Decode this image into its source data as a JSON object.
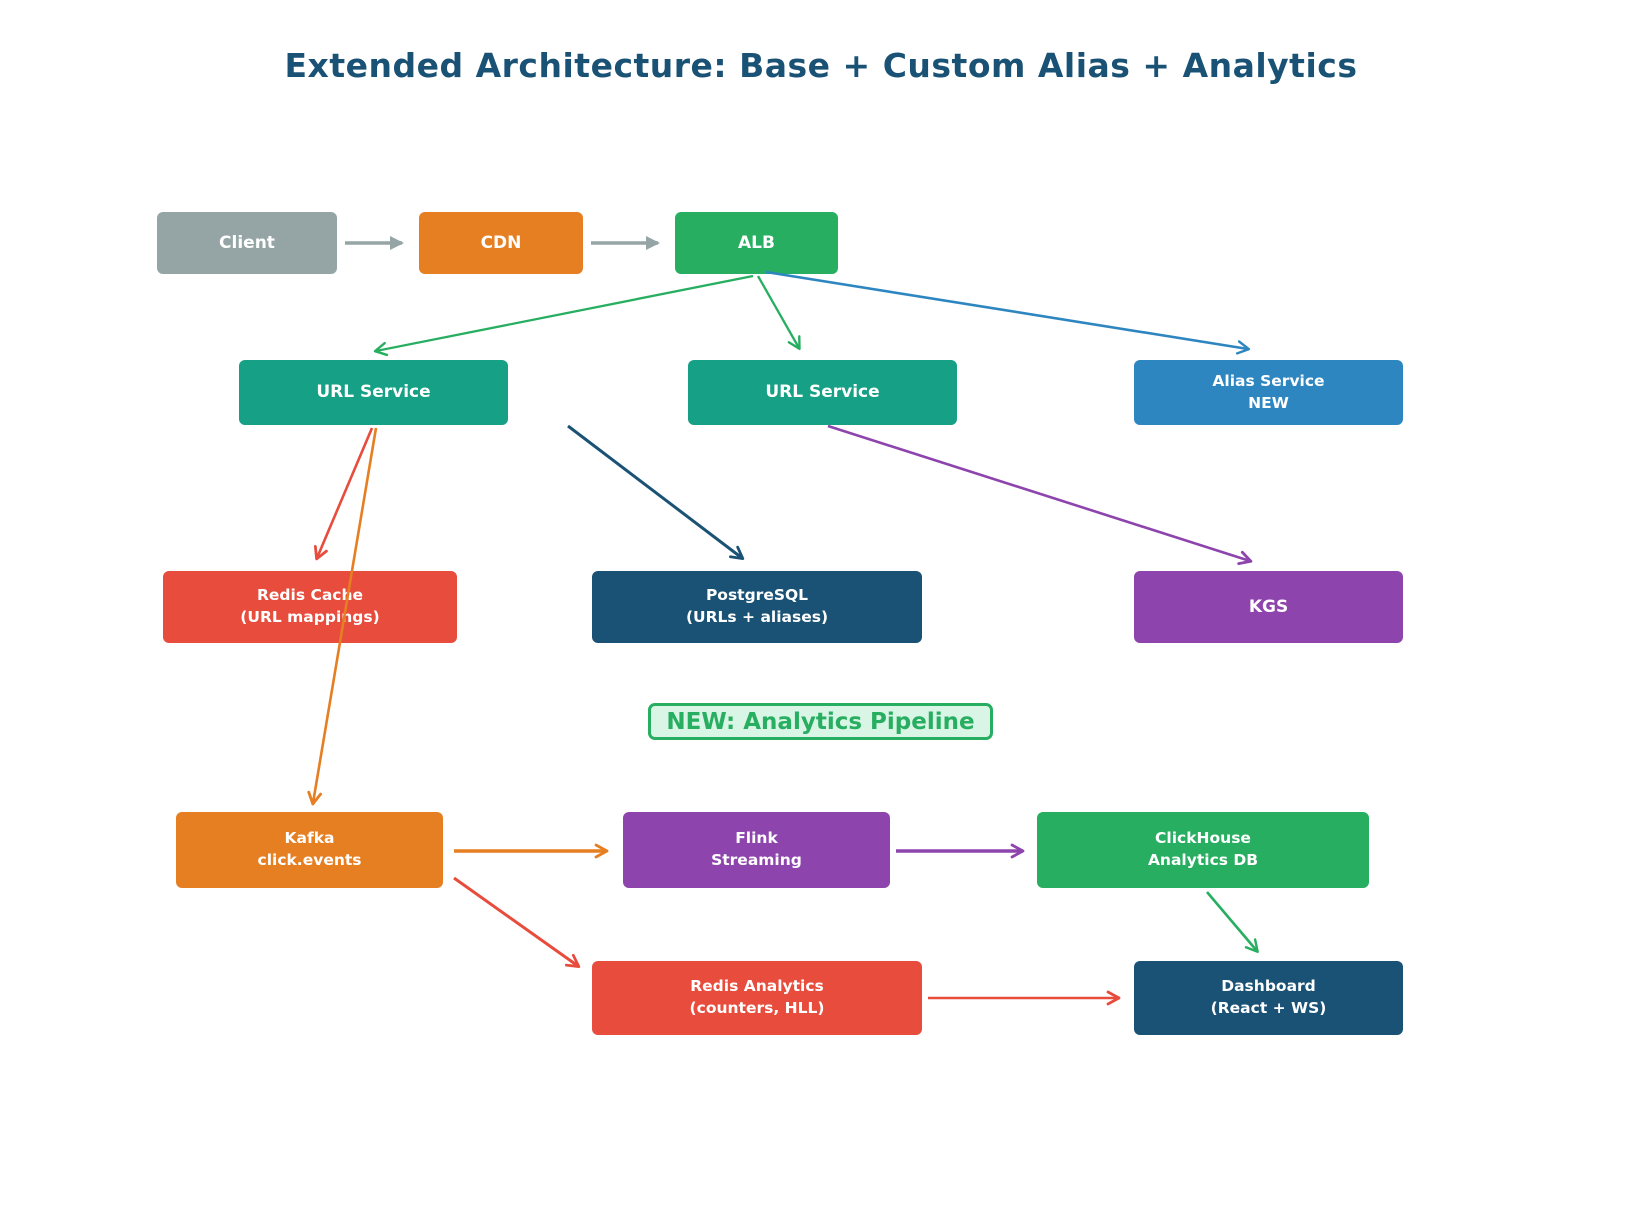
{
  "title": "Extended Architecture: Base + Custom Alias + Analytics",
  "section_label": "NEW: Analytics Pipeline",
  "colors": {
    "title_text": "#1a5276",
    "gray": "#95a5a6",
    "orange": "#e67e22",
    "green": "#27ae60",
    "teal": "#16a085",
    "blue": "#2e86c1",
    "red": "#e74c3c",
    "navy": "#1a5276",
    "purple": "#8e44ad",
    "badge_bg": "#d9f5e5",
    "node_text": "#ffffff"
  },
  "nodes": {
    "client": {
      "label": "Client",
      "color": "#95a5a6"
    },
    "cdn": {
      "label": "CDN",
      "color": "#e67e22"
    },
    "alb": {
      "label": "ALB",
      "color": "#27ae60"
    },
    "url_service_1": {
      "label": "URL Service",
      "color": "#16a085"
    },
    "url_service_2": {
      "label": "URL Service",
      "color": "#16a085"
    },
    "alias_service": {
      "line1": "Alias Service",
      "line2": "NEW",
      "color": "#2e86c1"
    },
    "redis_cache": {
      "line1": "Redis Cache",
      "line2": "(URL mappings)",
      "color": "#e74c3c"
    },
    "postgresql": {
      "line1": "PostgreSQL",
      "line2": "(URLs + aliases)",
      "color": "#1a5276"
    },
    "kgs": {
      "label": "KGS",
      "color": "#8e44ad"
    },
    "kafka": {
      "line1": "Kafka",
      "line2": "click.events",
      "color": "#e67e22"
    },
    "flink": {
      "line1": "Flink",
      "line2": "Streaming",
      "color": "#8e44ad"
    },
    "clickhouse": {
      "line1": "ClickHouse",
      "line2": "Analytics DB",
      "color": "#27ae60"
    },
    "redis_analytics": {
      "line1": "Redis Analytics",
      "line2": "(counters, HLL)",
      "color": "#e74c3c"
    },
    "dashboard": {
      "line1": "Dashboard",
      "line2": "(React + WS)",
      "color": "#1a5276"
    }
  },
  "edges": [
    {
      "from": "client",
      "to": "cdn",
      "color": "#95a5a6"
    },
    {
      "from": "cdn",
      "to": "alb",
      "color": "#95a5a6"
    },
    {
      "from": "alb",
      "to": "url_service_1",
      "color": "#27ae60"
    },
    {
      "from": "alb",
      "to": "url_service_2",
      "color": "#27ae60"
    },
    {
      "from": "alb",
      "to": "alias_service",
      "color": "#2e86c1"
    },
    {
      "from": "url_service_1",
      "to": "redis_cache",
      "color": "#e74c3c"
    },
    {
      "from": "url_service_1",
      "to": "kafka",
      "color": "#e67e22"
    },
    {
      "from": "url_service_1",
      "to": "postgresql",
      "color": "#1a5276"
    },
    {
      "from": "url_service_2",
      "to": "kgs",
      "color": "#8e44ad"
    },
    {
      "from": "kafka",
      "to": "flink",
      "color": "#e67e22"
    },
    {
      "from": "flink",
      "to": "clickhouse",
      "color": "#8e44ad"
    },
    {
      "from": "kafka",
      "to": "redis_analytics",
      "color": "#e74c3c"
    },
    {
      "from": "clickhouse",
      "to": "dashboard",
      "color": "#27ae60"
    },
    {
      "from": "redis_analytics",
      "to": "dashboard",
      "color": "#e74c3c"
    }
  ]
}
